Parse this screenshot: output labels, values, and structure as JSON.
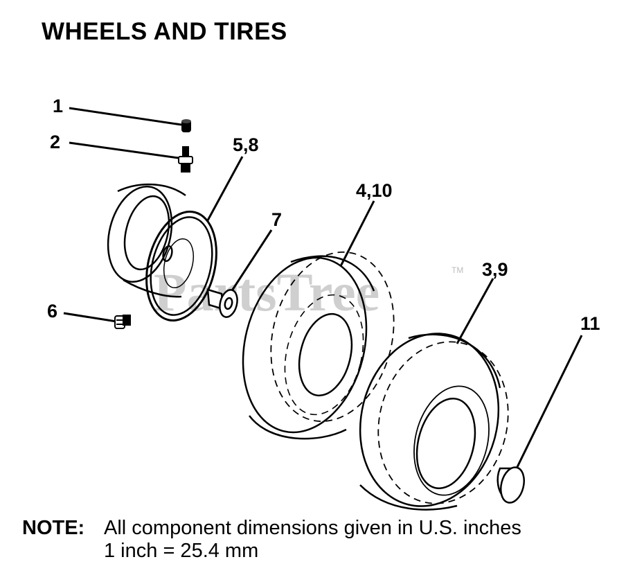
{
  "title": "WHEELS AND TIRES",
  "watermark": "PartsTree",
  "watermark_tm": "TM",
  "callouts": {
    "c1": "1",
    "c2": "2",
    "c58": "5,8",
    "c410": "4,10",
    "c7": "7",
    "c39": "3,9",
    "c6": "6",
    "c11": "11"
  },
  "note": {
    "label": "NOTE:",
    "line1": "All component dimensions given in U.S. inches",
    "line2": "1 inch = 25.4 mm"
  },
  "colors": {
    "ink": "#000000",
    "watermark": "#c8c8c8"
  }
}
